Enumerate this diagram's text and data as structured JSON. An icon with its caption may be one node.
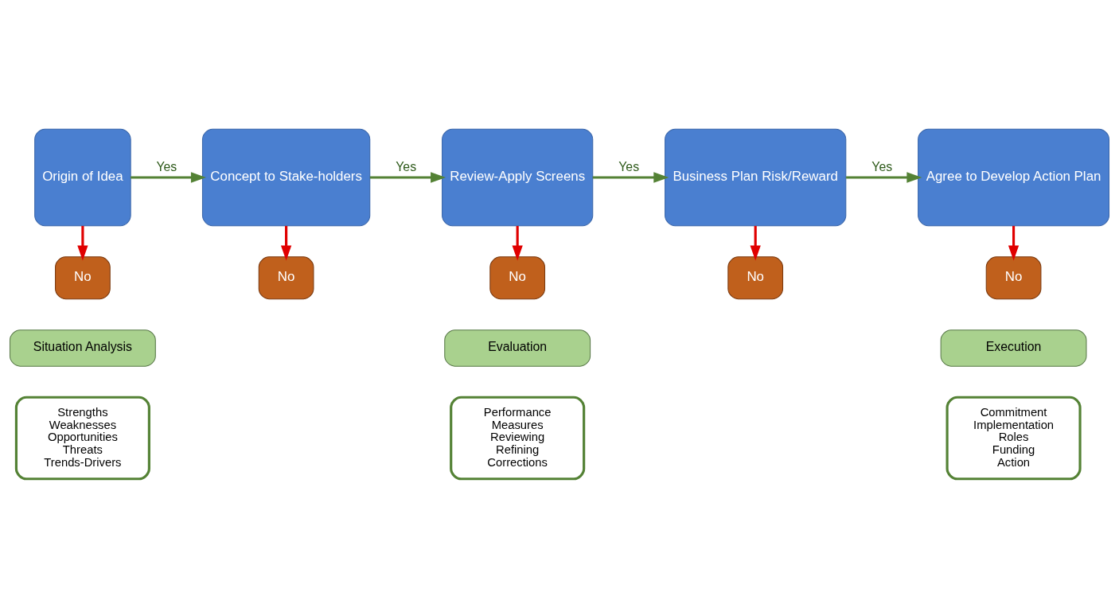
{
  "diagram": {
    "nodes": [
      {
        "text": [
          "Origin of Idea"
        ]
      },
      {
        "text": [
          "Concept to Stake-holders"
        ]
      },
      {
        "text": [
          "Review-Apply Screens"
        ]
      },
      {
        "text": [
          "Business Plan Risk/Reward"
        ]
      },
      {
        "text": [
          "Agree to Develop Action Plan"
        ]
      },
      {
        "text": [
          "No"
        ]
      },
      {
        "text": [
          "No"
        ]
      },
      {
        "text": [
          "No"
        ]
      },
      {
        "text": [
          "No"
        ]
      },
      {
        "text": [
          "No"
        ]
      },
      {
        "text": [
          "Situation Analysis"
        ]
      },
      {
        "text": [
          "Strengths",
          "Weaknesses",
          "Opportunities",
          "Threats",
          "Trends-Drivers"
        ]
      },
      {
        "text": [
          "Evaluation"
        ]
      },
      {
        "text": [
          "Performance",
          "Measures",
          "Reviewing",
          "Refining",
          "Corrections"
        ]
      },
      {
        "text": [
          "Execution"
        ]
      },
      {
        "text": [
          "Commitment",
          "Implementation",
          "Roles",
          "Funding",
          "Action"
        ]
      }
    ],
    "edges": [
      {
        "from": 0,
        "to": 1,
        "arrow": "to",
        "label": "Yes",
        "color": "#548235"
      },
      {
        "from": 1,
        "to": 2,
        "arrow": "to",
        "label": "Yes",
        "color": "#548235"
      },
      {
        "from": 2,
        "to": 3,
        "arrow": "to",
        "label": "Yes",
        "color": "#548235"
      },
      {
        "from": 3,
        "to": 4,
        "arrow": "to",
        "label": "Yes",
        "color": "#548235"
      },
      {
        "from": 0,
        "to": 5,
        "arrow": "to"
      },
      {
        "from": 1,
        "to": 6,
        "arrow": "to"
      },
      {
        "from": 2,
        "to": 7,
        "arrow": "to"
      },
      {
        "from": 3,
        "to": 8,
        "arrow": "to"
      },
      {
        "from": 4,
        "to": 9,
        "arrow": "to"
      }
    ]
  }
}
